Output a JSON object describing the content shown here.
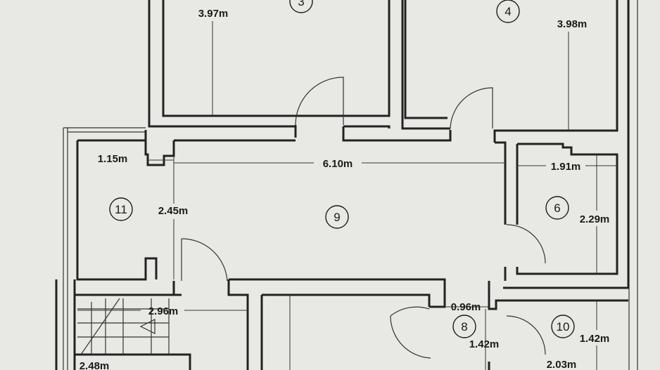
{
  "rooms": {
    "r3": "3",
    "r4": "4",
    "r6": "6",
    "r8": "8",
    "r9": "9",
    "r10": "10",
    "r11": "11"
  },
  "dimensions": {
    "room3_height": "3.97m",
    "room4_height": "3.98m",
    "wall_1_15": "1.15m",
    "corridor_width": "6.10m",
    "room6_width": "1.91m",
    "room6_height": "2.29m",
    "corridor_height": "2.45m",
    "stairs_width": "2.96m",
    "small_0_96": "0.96m",
    "room8_height": "1.42m",
    "room10_height": "1.42m",
    "bottom_2_03": "2.03m",
    "bottom_2_48": "2.48m"
  }
}
